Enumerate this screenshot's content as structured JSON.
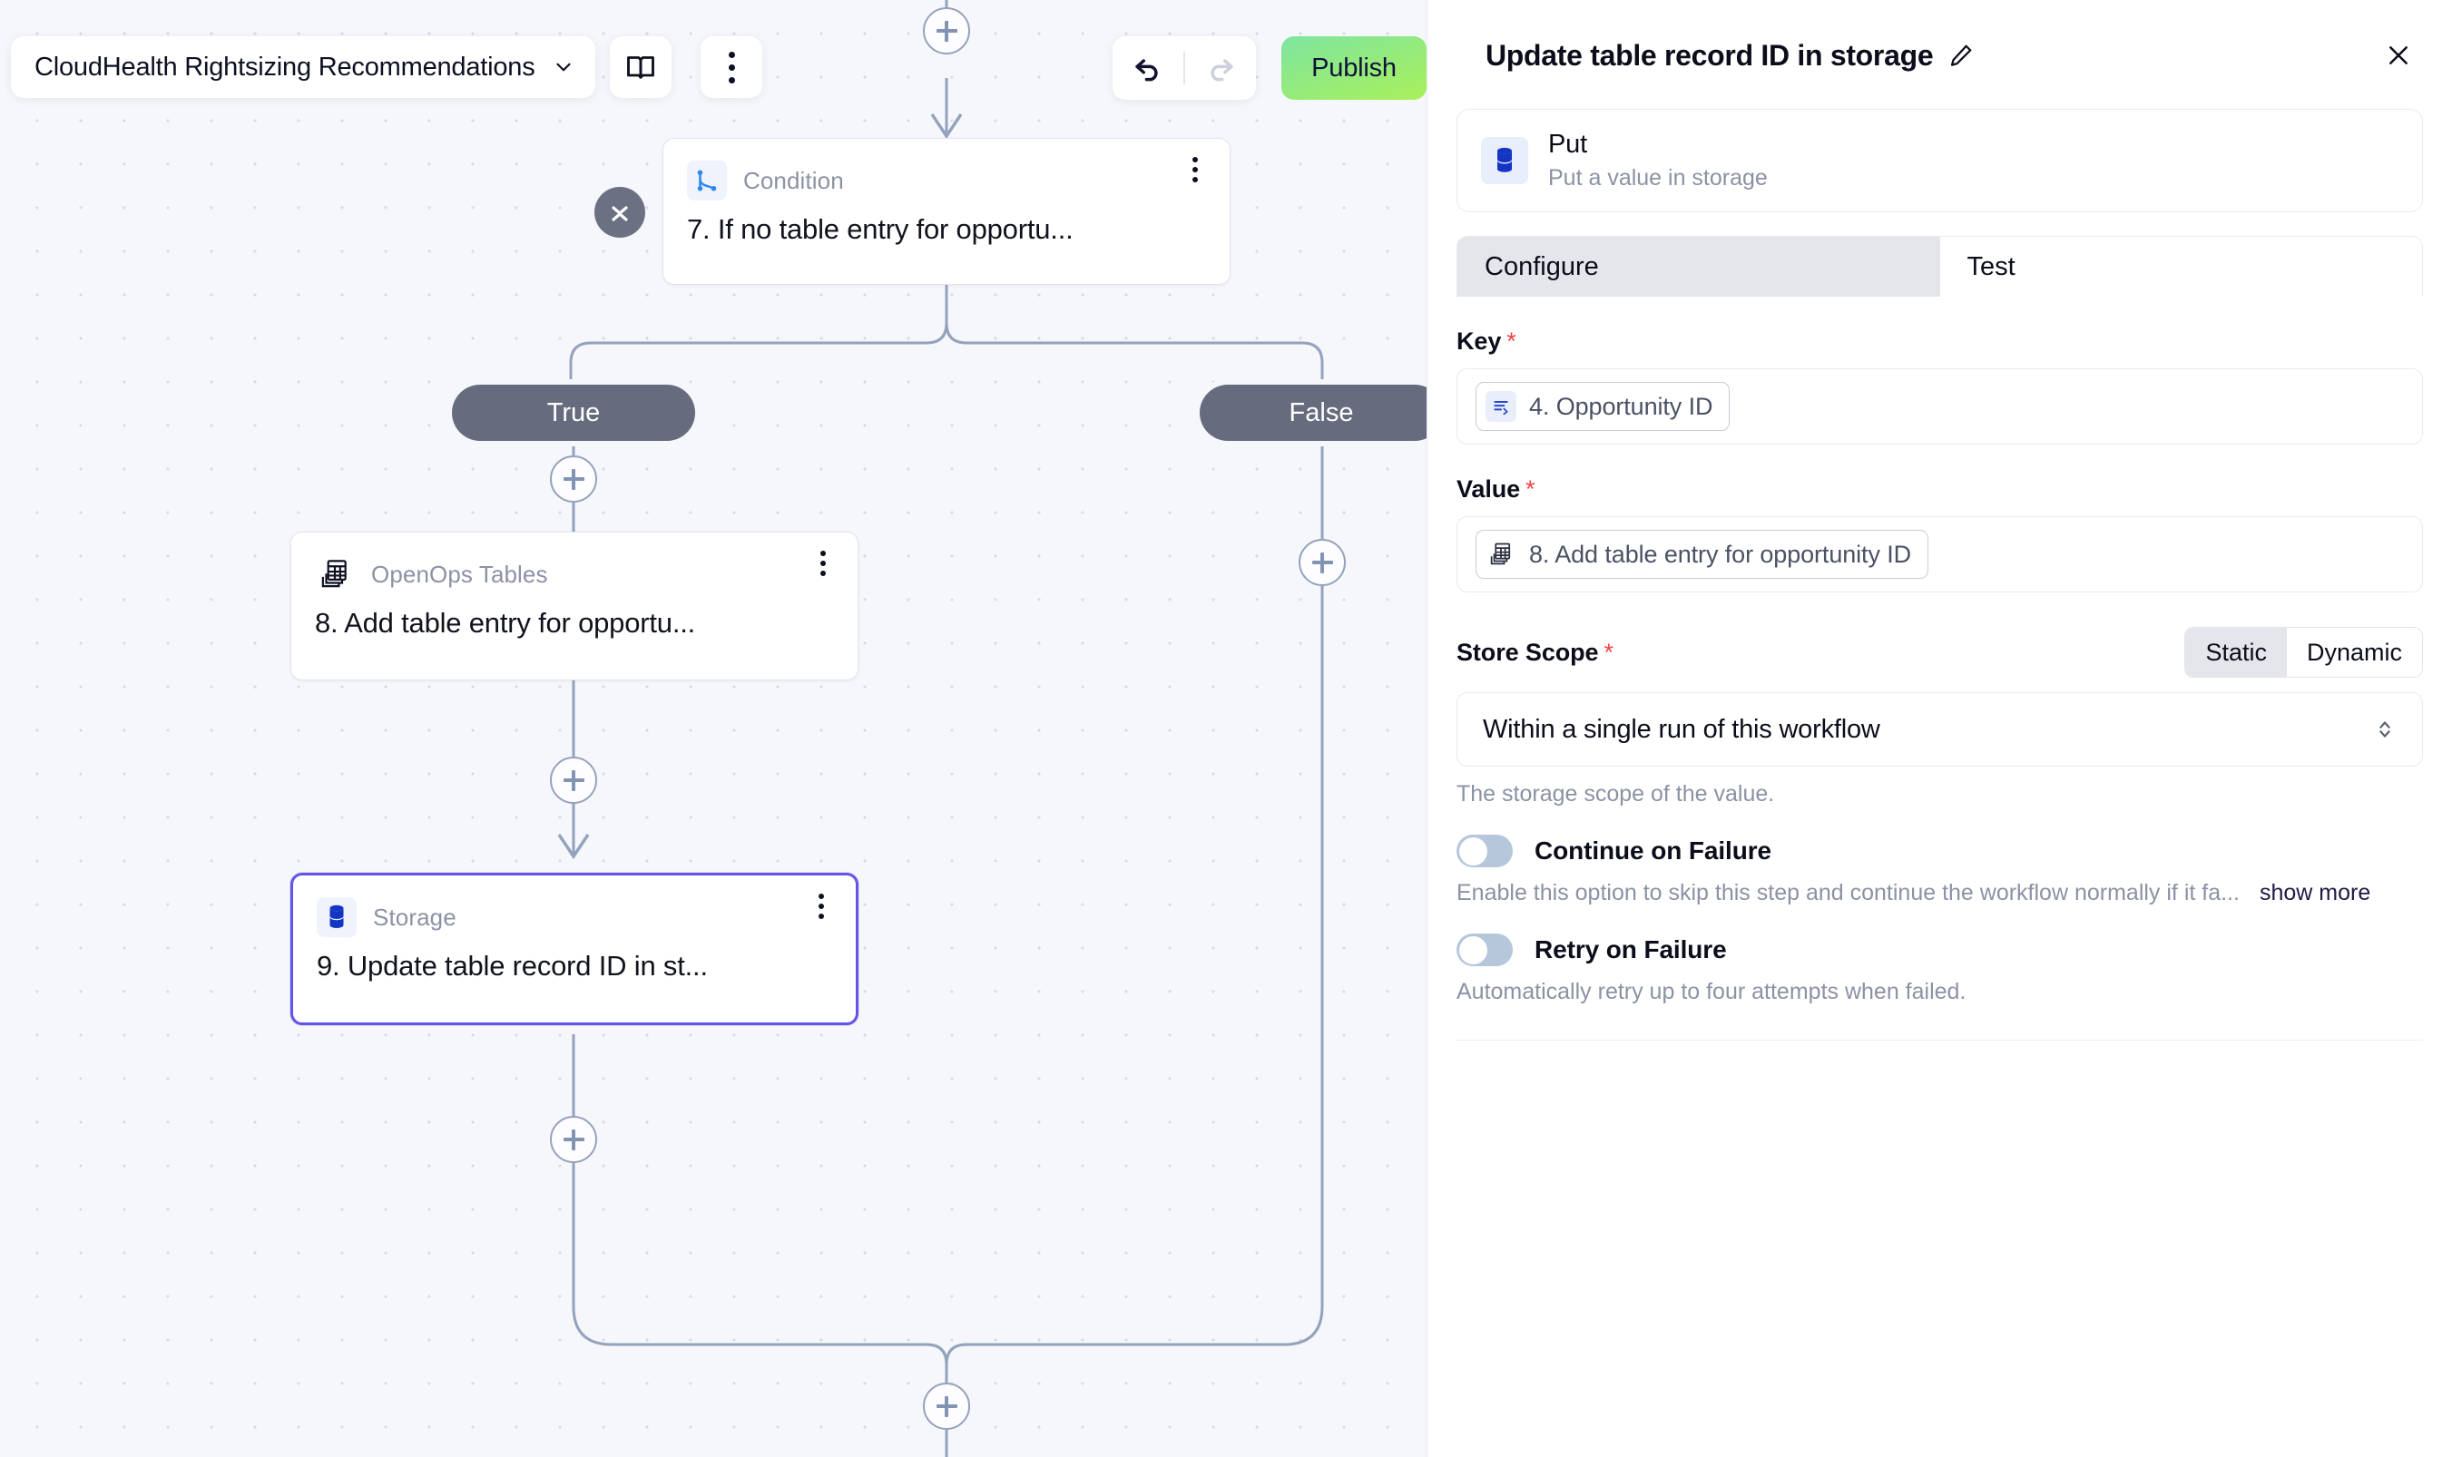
{
  "toolbar": {
    "workflow_name": "CloudHealth Rightsizing Recommendations",
    "chevron_icon": "chevron-down-icon",
    "docs_icon": "book-icon",
    "more_icon": "kebab-menu-icon",
    "undo_icon": "undo-arrow-icon",
    "redo_icon": "redo-arrow-icon",
    "publish_label": "Publish",
    "publish_color": "#a9f05a"
  },
  "canvas": {
    "branch_true_label": "True",
    "branch_false_label": "False",
    "add_step_label": "+",
    "collapse_icon": "collapse-chevrons-icon",
    "nodes": [
      {
        "id": "condition",
        "type": "Condition",
        "title": "7. If no table entry for opportu...",
        "icon": "branch-icon",
        "selected": false
      },
      {
        "id": "openops-tables",
        "type": "OpenOps Tables",
        "title": "8. Add table entry for opportu...",
        "icon": "tables-icon",
        "selected": false
      },
      {
        "id": "storage",
        "type": "Storage",
        "title": "9. Update table record ID in st...",
        "icon": "database-icon",
        "selected": true
      }
    ],
    "selected_border_color": "#6254e8",
    "edge_color": "#93a2bd"
  },
  "panel": {
    "title": "Update table record ID in storage",
    "edit_icon": "pencil-icon",
    "close_icon": "close-icon",
    "action": {
      "name": "Put",
      "description": "Put a value in storage",
      "icon": "database-icon"
    },
    "tabs": [
      {
        "label": "Configure",
        "active": true
      },
      {
        "label": "Test",
        "active": false
      }
    ],
    "fields": {
      "key": {
        "label": "Key",
        "required": "*",
        "chip_text": "4. Opportunity ID",
        "chip_icon": "text-lines-icon"
      },
      "value": {
        "label": "Value",
        "required": "*",
        "chip_text": "8. Add table entry for opportunity ID",
        "chip_icon": "tables-icon"
      },
      "store_scope": {
        "label": "Store Scope",
        "required": "*",
        "segments": [
          {
            "label": "Static",
            "active": true
          },
          {
            "label": "Dynamic",
            "active": false
          }
        ],
        "selected_value": "Within a single run of this workflow",
        "caret_icon": "chevron-up-down-icon",
        "help": "The storage scope of the value."
      }
    },
    "options": [
      {
        "label": "Continue on Failure",
        "description": "Enable this option to skip this step and continue the workflow normally if it fa...",
        "show_more": "show more",
        "enabled": false
      },
      {
        "label": "Retry on Failure",
        "description": "Automatically retry up to four attempts when failed.",
        "show_more": "",
        "enabled": false
      }
    ]
  }
}
